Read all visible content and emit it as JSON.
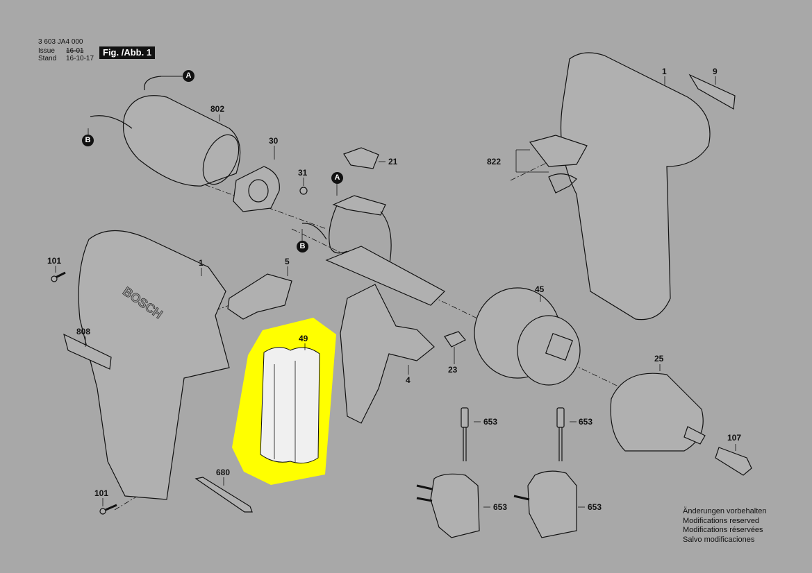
{
  "header": {
    "part_number": "3 603 JA4 000",
    "issue_label": "Issue",
    "issue_value": "16-01",
    "stand_label": "Stand",
    "stand_value": "16-10-17",
    "figure_label": "Fig. /Abb. 1"
  },
  "callouts": {
    "a": "A",
    "b": "B"
  },
  "parts": [
    {
      "id": "motor",
      "number": "802"
    },
    {
      "id": "motor-plate",
      "number": "30"
    },
    {
      "id": "screw-31",
      "number": "31"
    },
    {
      "id": "switch-cover",
      "number": "21"
    },
    {
      "id": "housing-right",
      "number": "1"
    },
    {
      "id": "label-9",
      "number": "9"
    },
    {
      "id": "slide-switch",
      "number": "822"
    },
    {
      "id": "screw-101-top",
      "number": "101"
    },
    {
      "id": "housing-left",
      "number": "1"
    },
    {
      "id": "slider-5",
      "number": "5"
    },
    {
      "id": "label-808",
      "number": "808"
    },
    {
      "id": "battery-pack",
      "number": "49",
      "highlighted": true
    },
    {
      "id": "switch-assembly",
      "number": "4"
    },
    {
      "id": "lever-23",
      "number": "23"
    },
    {
      "id": "gearbox",
      "number": "45"
    },
    {
      "id": "chuck",
      "number": "25"
    },
    {
      "id": "screw-107",
      "number": "107"
    },
    {
      "id": "plug-1",
      "number": "653"
    },
    {
      "id": "plug-2",
      "number": "653"
    },
    {
      "id": "charger-1",
      "number": "653"
    },
    {
      "id": "charger-2",
      "number": "653"
    },
    {
      "id": "bit-680",
      "number": "680"
    },
    {
      "id": "screw-101-bottom",
      "number": "101"
    }
  ],
  "notes": [
    "Änderungen vorbehalten",
    "Modifications reserved",
    "Modifications réservées",
    "Salvo modificaciones"
  ],
  "colors": {
    "background": "#a8a8a8",
    "highlight": "#ffff00",
    "ink": "#111111"
  }
}
